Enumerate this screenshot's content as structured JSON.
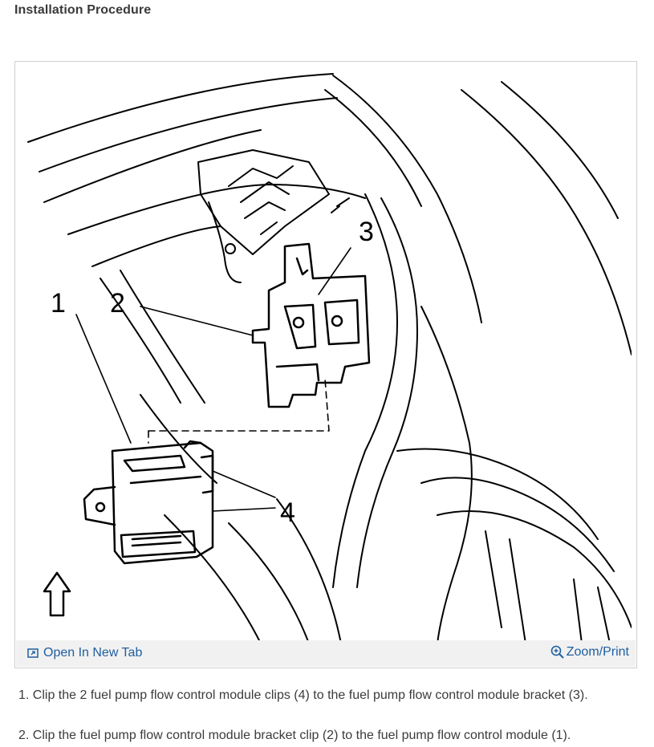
{
  "heading": "Installation Procedure",
  "figure": {
    "callouts": [
      "1",
      "2",
      "3",
      "4"
    ],
    "open_tab_label": "Open In New Tab",
    "zoom_label": "Zoom/Print"
  },
  "steps": [
    "1. Clip the 2 fuel pump flow control module clips (4) to the fuel pump flow control module bracket (3).",
    "2. Clip the fuel pump flow control module bracket clip (2) to the fuel pump flow control module (1)."
  ]
}
